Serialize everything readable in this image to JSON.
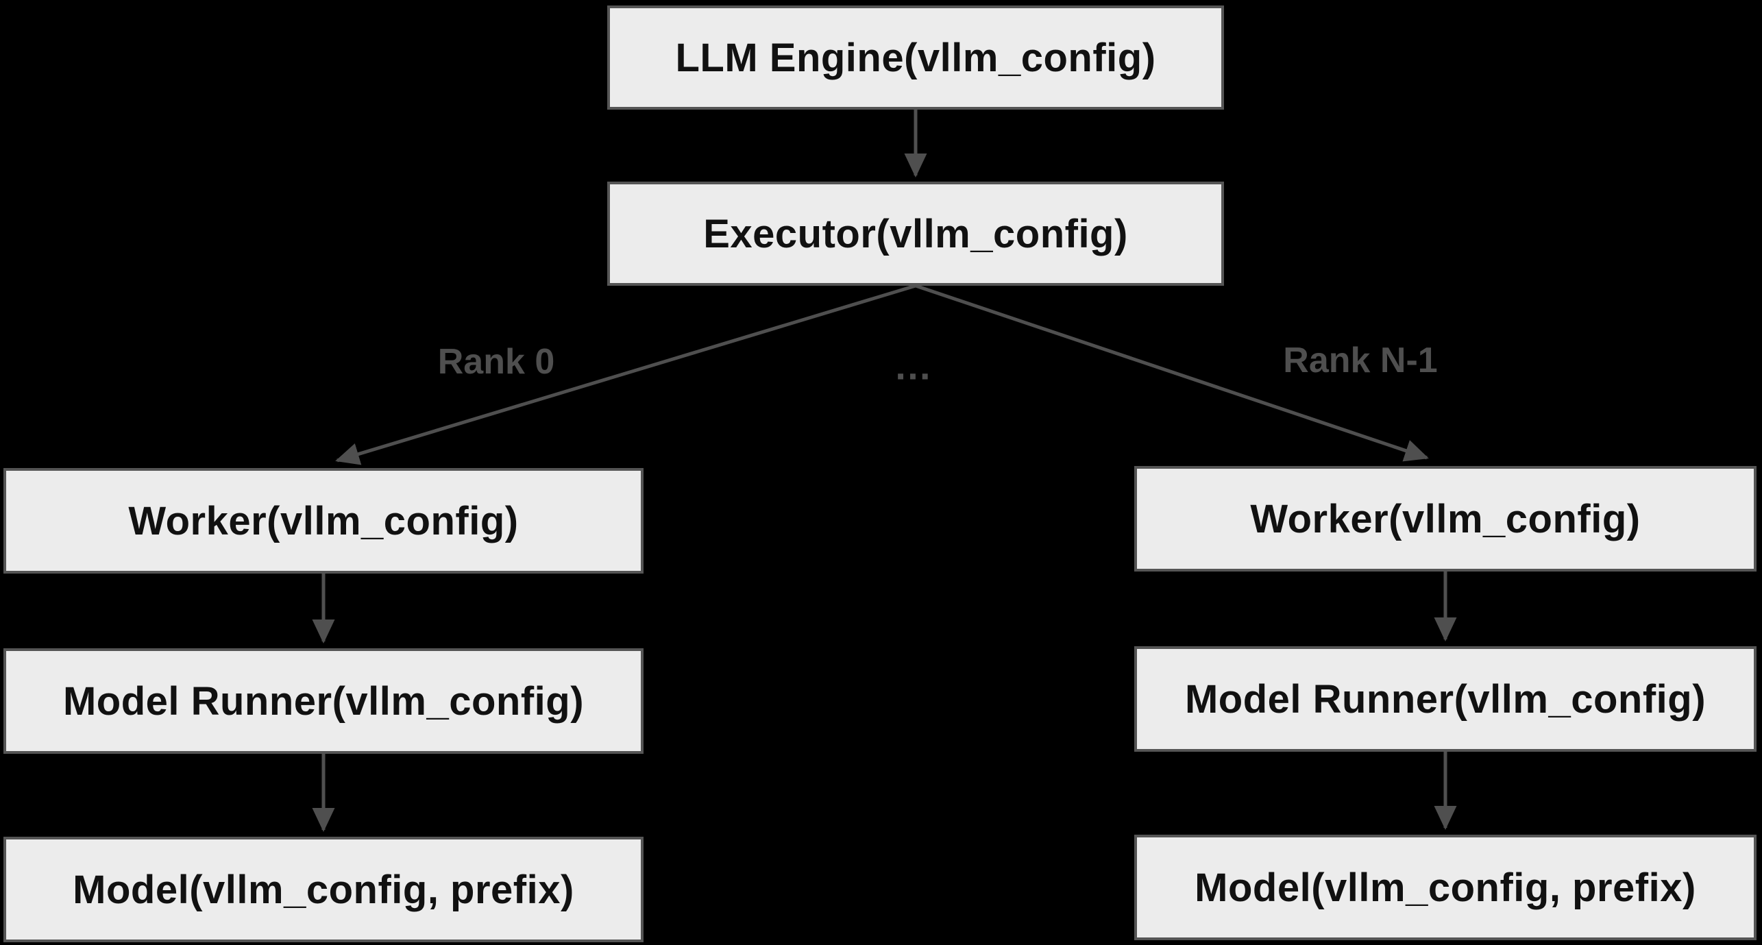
{
  "diagram": {
    "title": "vLLM engine / executor / worker hierarchy",
    "nodes": {
      "llm_engine": {
        "label": "LLM Engine(vllm_config)"
      },
      "executor": {
        "label": "Executor(vllm_config)"
      },
      "worker_left": {
        "label": "Worker(vllm_config)"
      },
      "model_runner_left": {
        "label": "Model Runner(vllm_config)"
      },
      "model_left": {
        "label": "Model(vllm_config, prefix)"
      },
      "worker_right": {
        "label": "Worker(vllm_config)"
      },
      "model_runner_right": {
        "label": "Model Runner(vllm_config)"
      },
      "model_right": {
        "label": "Model(vllm_config, prefix)"
      }
    },
    "edge_labels": {
      "rank_0": "Rank 0",
      "rank_n_1": "Rank N-1",
      "ellipsis": "…"
    },
    "edges": [
      {
        "from": "llm_engine",
        "to": "executor"
      },
      {
        "from": "executor",
        "to": "worker_left",
        "label": "Rank 0"
      },
      {
        "from": "executor",
        "to": "worker_right",
        "label": "Rank N-1"
      },
      {
        "from": "worker_left",
        "to": "model_runner_left"
      },
      {
        "from": "model_runner_left",
        "to": "model_left"
      },
      {
        "from": "worker_right",
        "to": "model_runner_right"
      },
      {
        "from": "model_runner_right",
        "to": "model_right"
      }
    ],
    "colors": {
      "background": "#000000",
      "node_fill": "#ececec",
      "node_border": "#555555",
      "node_text": "#111111",
      "edge": "#4f4f4f",
      "edge_label": "#4f4f4f"
    }
  }
}
